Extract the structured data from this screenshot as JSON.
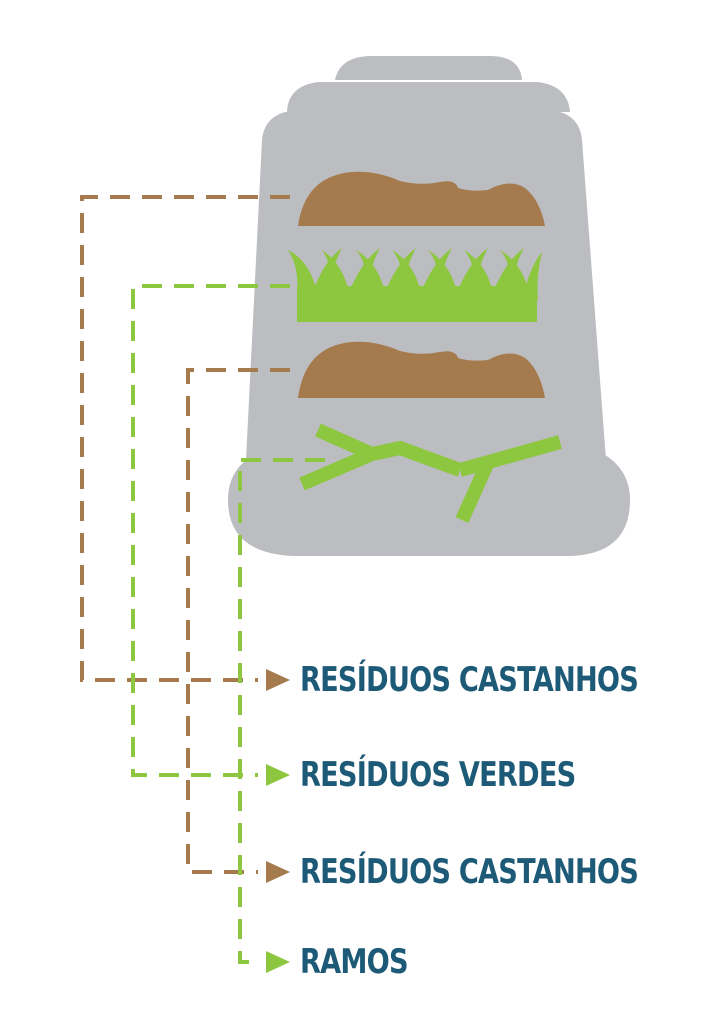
{
  "colors": {
    "brown": "#A57A4D",
    "green": "#8DC63F",
    "bin_gray": "#BCBDC0",
    "label_blue": "#1D5A78",
    "white": "#FFFFFF"
  },
  "legend": [
    {
      "key": "brown_top",
      "text": "RESÍDUOS CASTANHOS",
      "color": "brown"
    },
    {
      "key": "green",
      "text": "RESÍDUOS VERDES",
      "color": "green"
    },
    {
      "key": "brown_mid",
      "text": "RESÍDUOS CASTANHOS",
      "color": "brown"
    },
    {
      "key": "branches",
      "text": "RAMOS",
      "color": "green"
    }
  ]
}
